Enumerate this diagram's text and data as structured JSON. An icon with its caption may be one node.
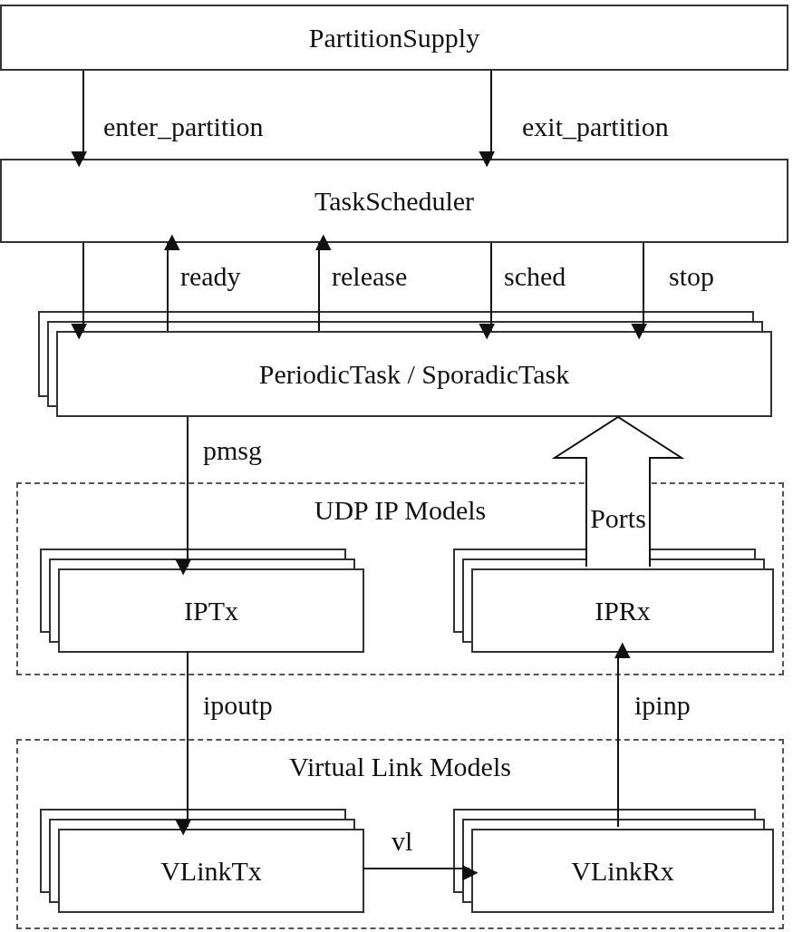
{
  "diagram": {
    "nodes": [
      {
        "text": [
          "PartitionSupply"
        ]
      },
      {
        "text": [
          "TaskScheduler"
        ]
      },
      {
        "text": [
          "PeriodicTask / SporadicTask"
        ]
      },
      {
        "text": [
          "UDP IP Models"
        ]
      },
      {
        "text": [
          "IPTx"
        ],
        "in": 3
      },
      {
        "text": [
          "IPRx"
        ],
        "in": 3
      },
      {
        "text": [
          "Virtual Link Models"
        ]
      },
      {
        "text": [
          "VLinkTx"
        ],
        "in": 6
      },
      {
        "text": [
          "VLinkRx"
        ],
        "in": 6
      }
    ],
    "edges": [
      {
        "from": 0,
        "to": 1,
        "arrow": "to",
        "label": "enter_partition"
      },
      {
        "from": 1,
        "to": 2,
        "arrow": "to"
      },
      {
        "from": 0,
        "to": 1,
        "arrow": "to",
        "label": "exit_partition"
      },
      {
        "from": 2,
        "to": 1,
        "arrow": "to",
        "label": "ready"
      },
      {
        "from": 2,
        "to": 1,
        "arrow": "to",
        "label": "release"
      },
      {
        "from": 1,
        "to": 2,
        "arrow": "to",
        "label": "sched"
      },
      {
        "from": 1,
        "to": 2,
        "arrow": "to",
        "label": "stop"
      },
      {
        "from": 2,
        "to": 4,
        "arrow": "to",
        "label": "pmsg"
      },
      {
        "from": 5,
        "to": 2,
        "arrow": "to",
        "label": "Ports",
        "style": "thick"
      },
      {
        "from": 4,
        "to": 7,
        "arrow": "to",
        "label": "ipoutp"
      },
      {
        "from": 8,
        "to": 5,
        "arrow": "to",
        "label": "ipinp"
      },
      {
        "from": 7,
        "to": 8,
        "arrow": "to",
        "label": "vl"
      }
    ]
  }
}
